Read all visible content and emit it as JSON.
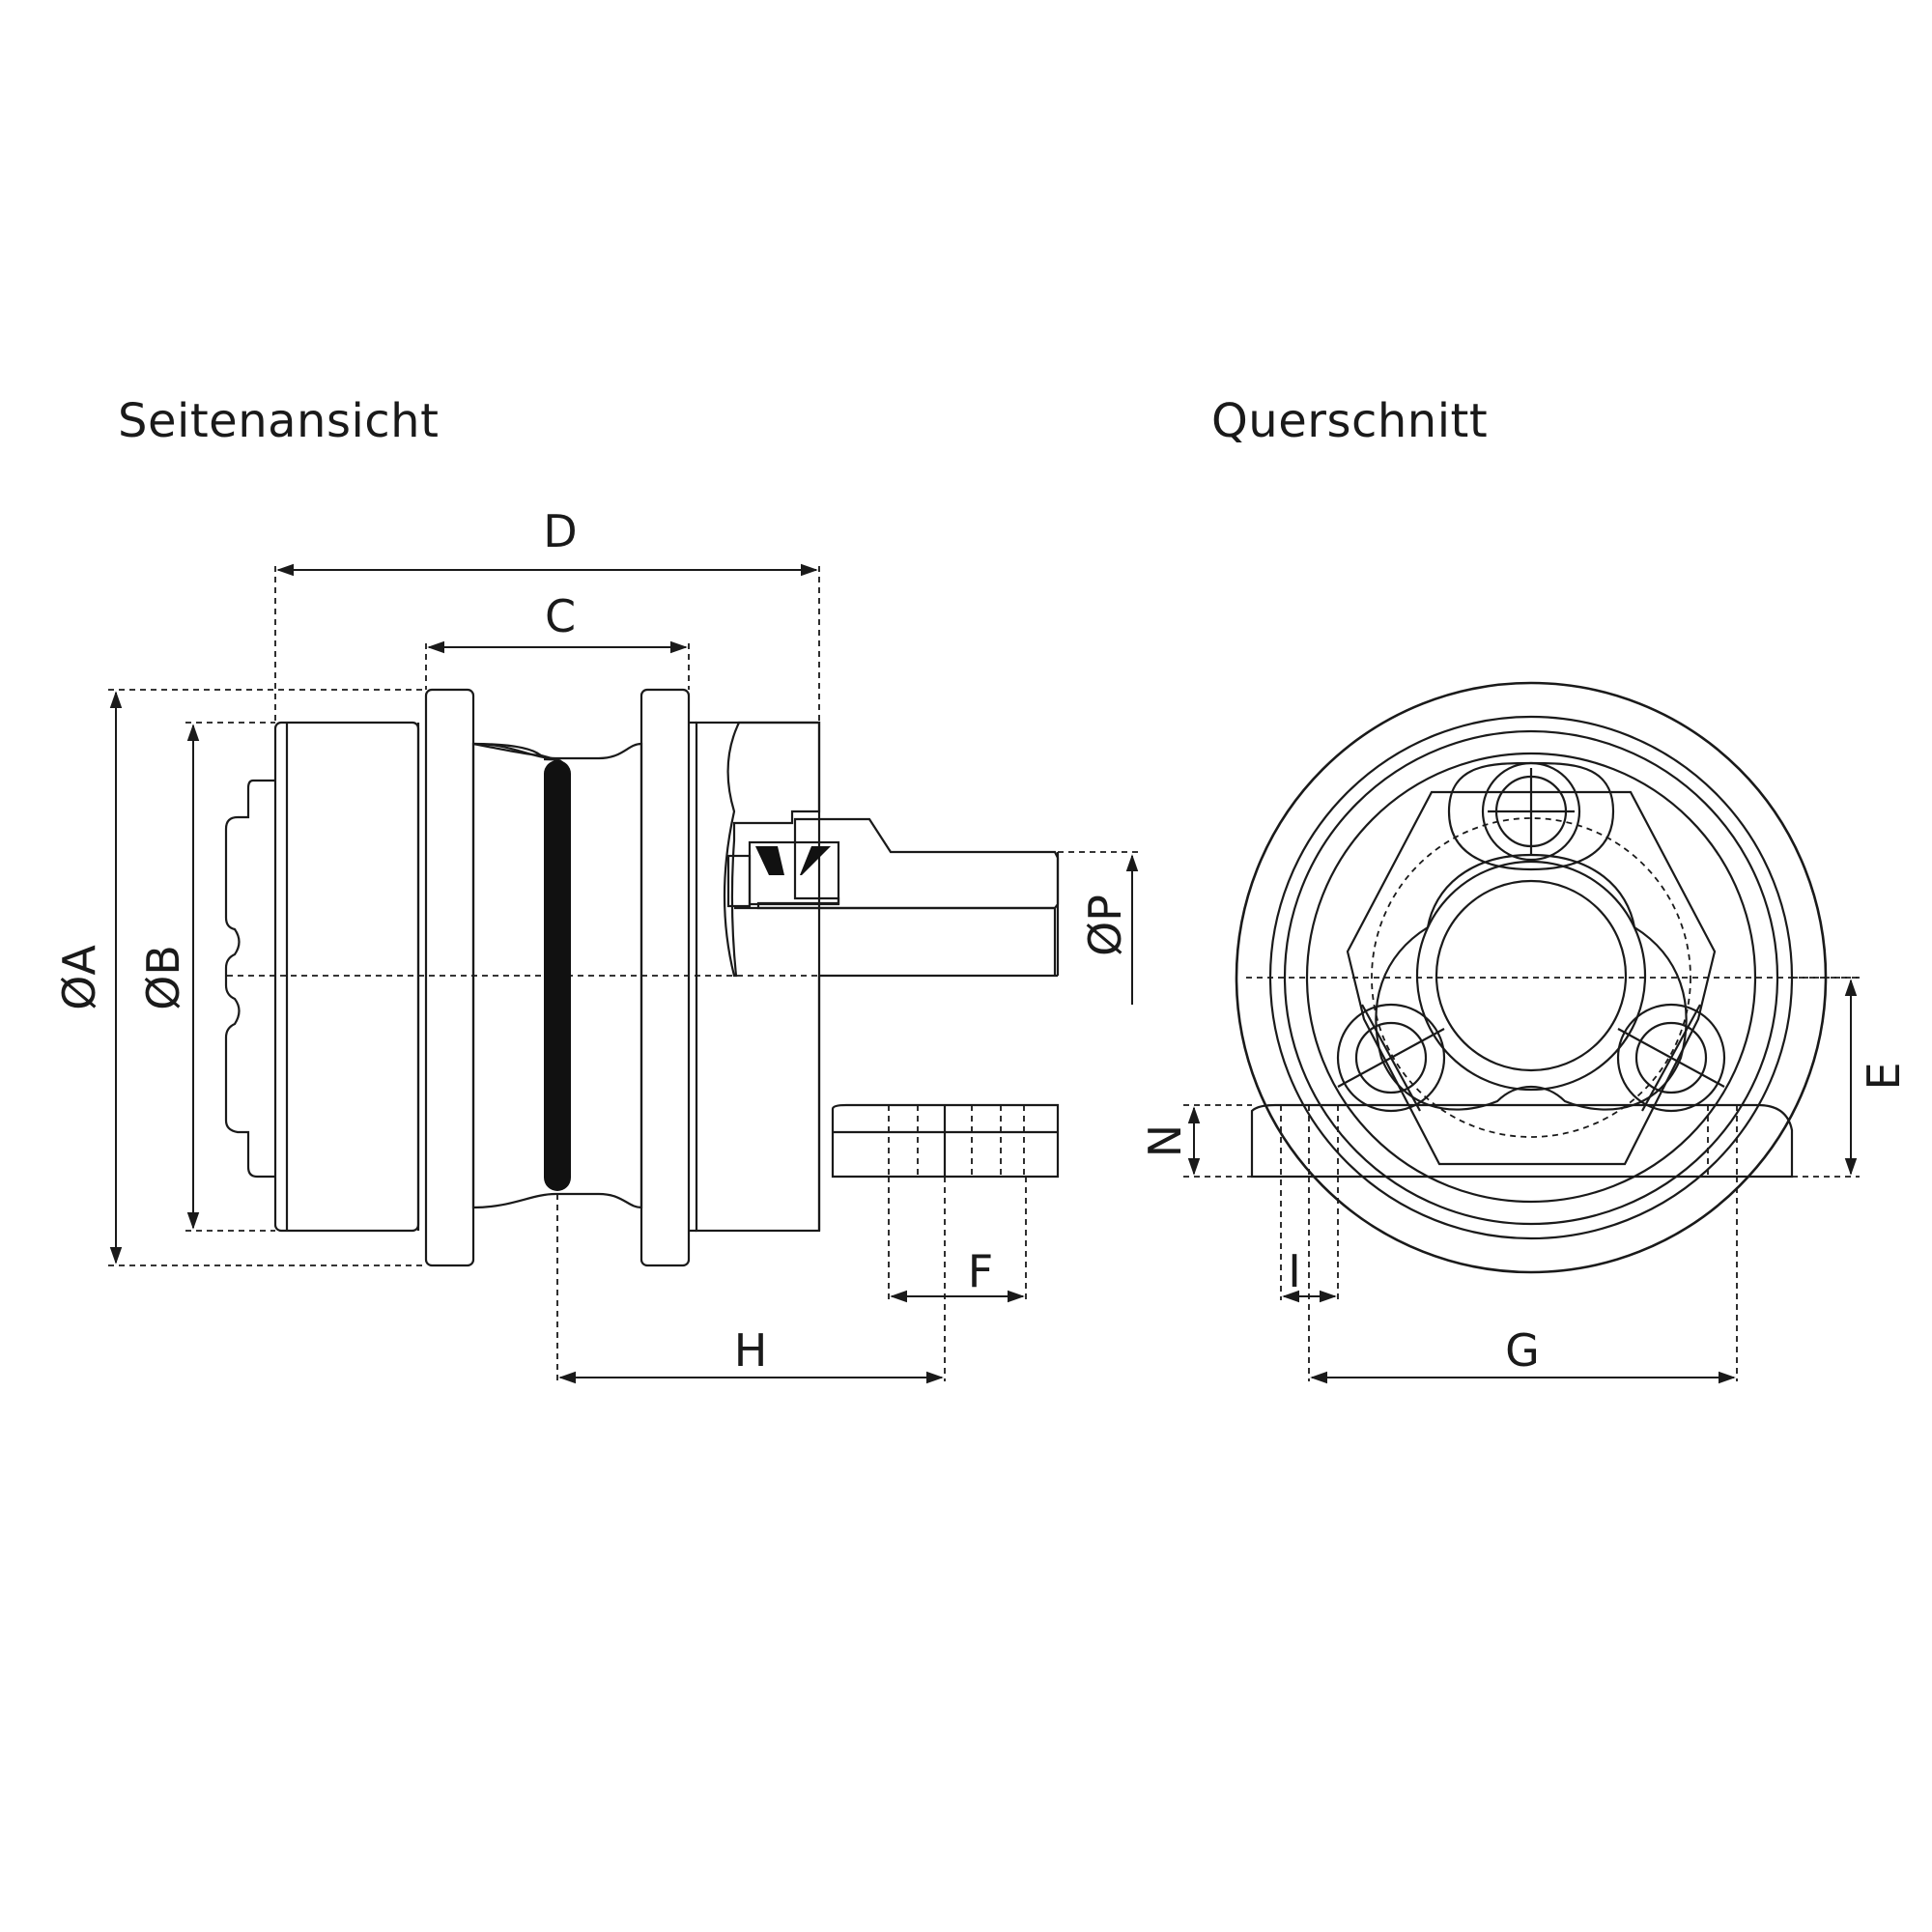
{
  "views": {
    "side_title": "Seitenansicht",
    "section_title": "Querschnitt"
  },
  "dimensions": {
    "A": "ØA",
    "B": "ØB",
    "C": "C",
    "D": "D",
    "E": "E",
    "F": "F",
    "G": "G",
    "H": "H",
    "I": "I",
    "N": "N",
    "P": "ØP"
  },
  "colors": {
    "line": "#1a1a1a",
    "flange_fill": "#e9ebea",
    "groove_fill": "#c6c8c9",
    "ring_fill": "#111111",
    "hatch": "#8a8a8a"
  }
}
